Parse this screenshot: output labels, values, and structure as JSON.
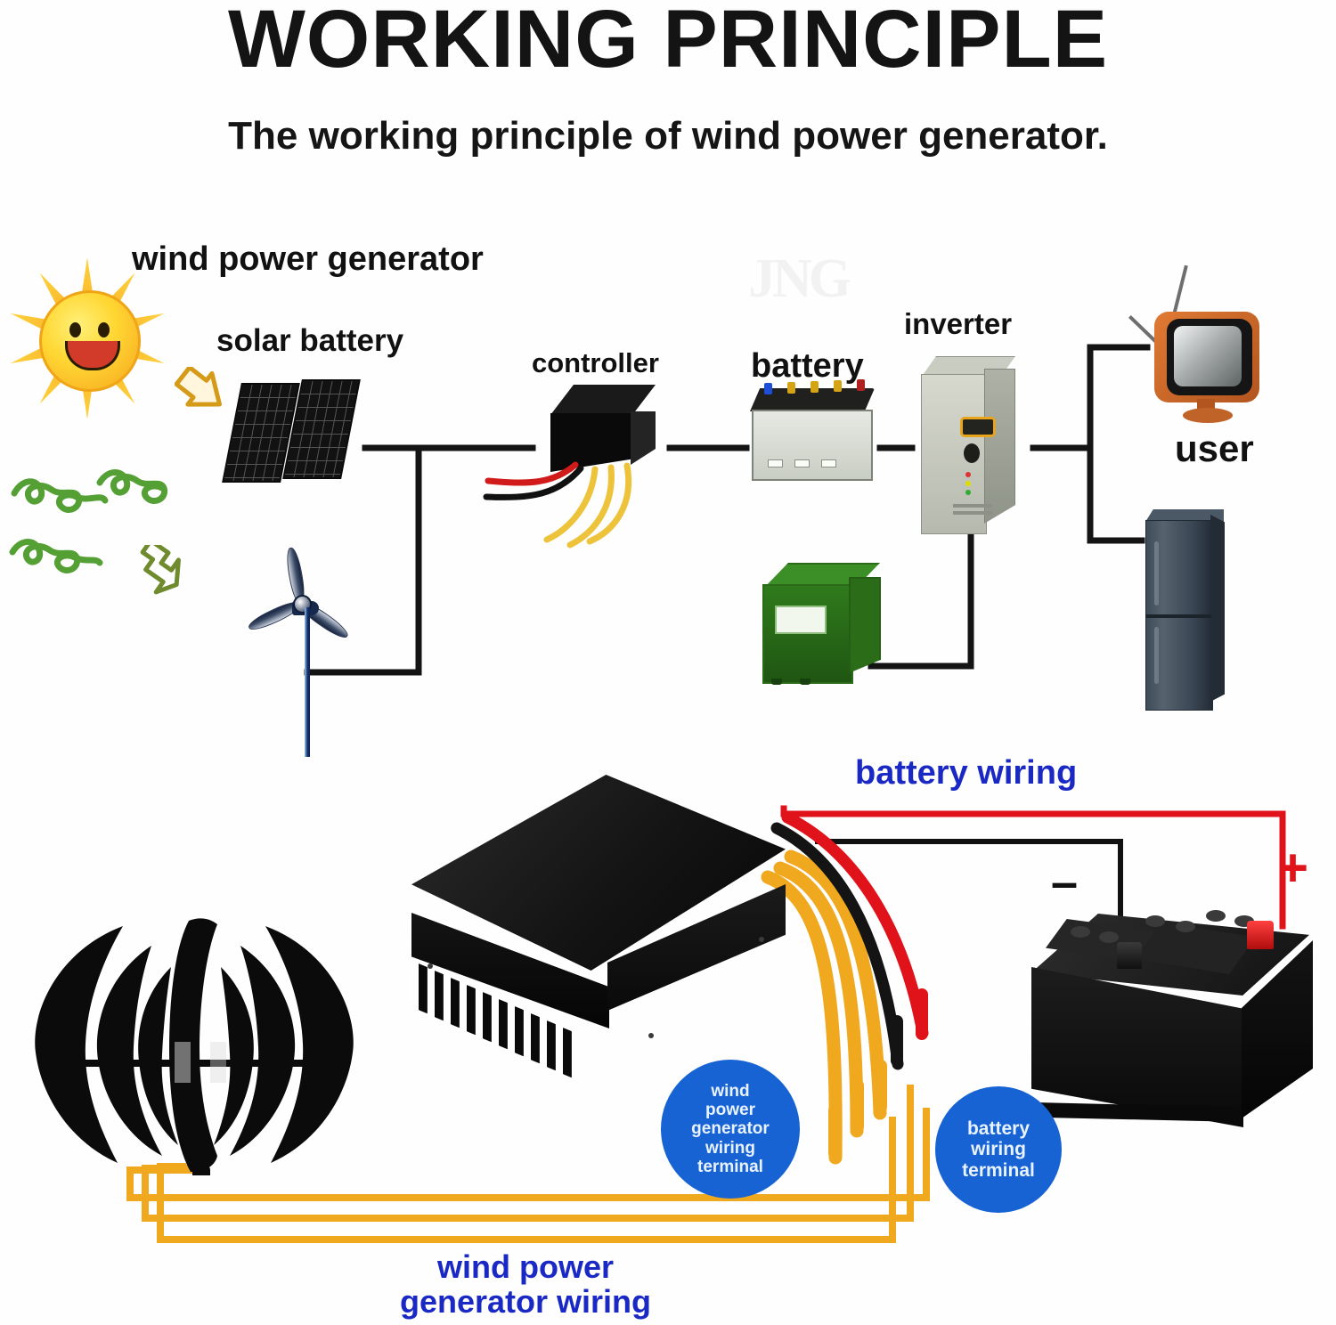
{
  "header": {
    "title": "WORKING PRINCIPLE",
    "subtitle": "The working principle of wind power generator."
  },
  "watermark": {
    "text": "JNG"
  },
  "top_diagram": {
    "labels": {
      "wind_power_generator": "wind power generator",
      "solar_battery": "solar battery",
      "controller": "controller",
      "battery": "battery",
      "inverter": "inverter",
      "user": "user"
    },
    "icons": {
      "sun": "sun-icon",
      "wind_swirl": "wind-swirl-icon",
      "green_arrow": "green-arrow-icon",
      "gold_arrow": "gold-arrow-icon",
      "solar_panel": "solar-panel-icon",
      "wind_turbine": "horizontal-axis-wind-turbine-icon",
      "controller_box": "controller-box-icon",
      "lead_acid_battery": "lead-acid-battery-icon",
      "inverter_tower": "inverter-tower-icon",
      "green_ups": "green-ups-box-icon",
      "television": "television-icon",
      "refrigerator": "refrigerator-icon"
    }
  },
  "bottom_diagram": {
    "labels": {
      "battery_wiring": "battery wiring",
      "wind_power_generator_wiring": "wind power\ngenerator wiring",
      "wind_terminal_callout": "wind\npower\ngenerator\nwiring\nterminal",
      "battery_terminal_callout": "battery\nwiring\nterminal",
      "positive_sign": "+",
      "negative_sign": "–"
    },
    "icons": {
      "vertical_axis_turbine": "vertical-axis-wind-turbine-icon",
      "charge_controller": "charge-controller-icon",
      "car_battery": "car-battery-icon"
    }
  },
  "colors": {
    "blue_callout": "#1763d4",
    "blue_text": "#1a29c4",
    "wire_yellow": "#f0a81e",
    "wire_red": "#e0121a",
    "wire_black": "#111111",
    "green_wind": "#55a034",
    "sun_yellow": "#ffd233",
    "line_black": "#141414"
  }
}
